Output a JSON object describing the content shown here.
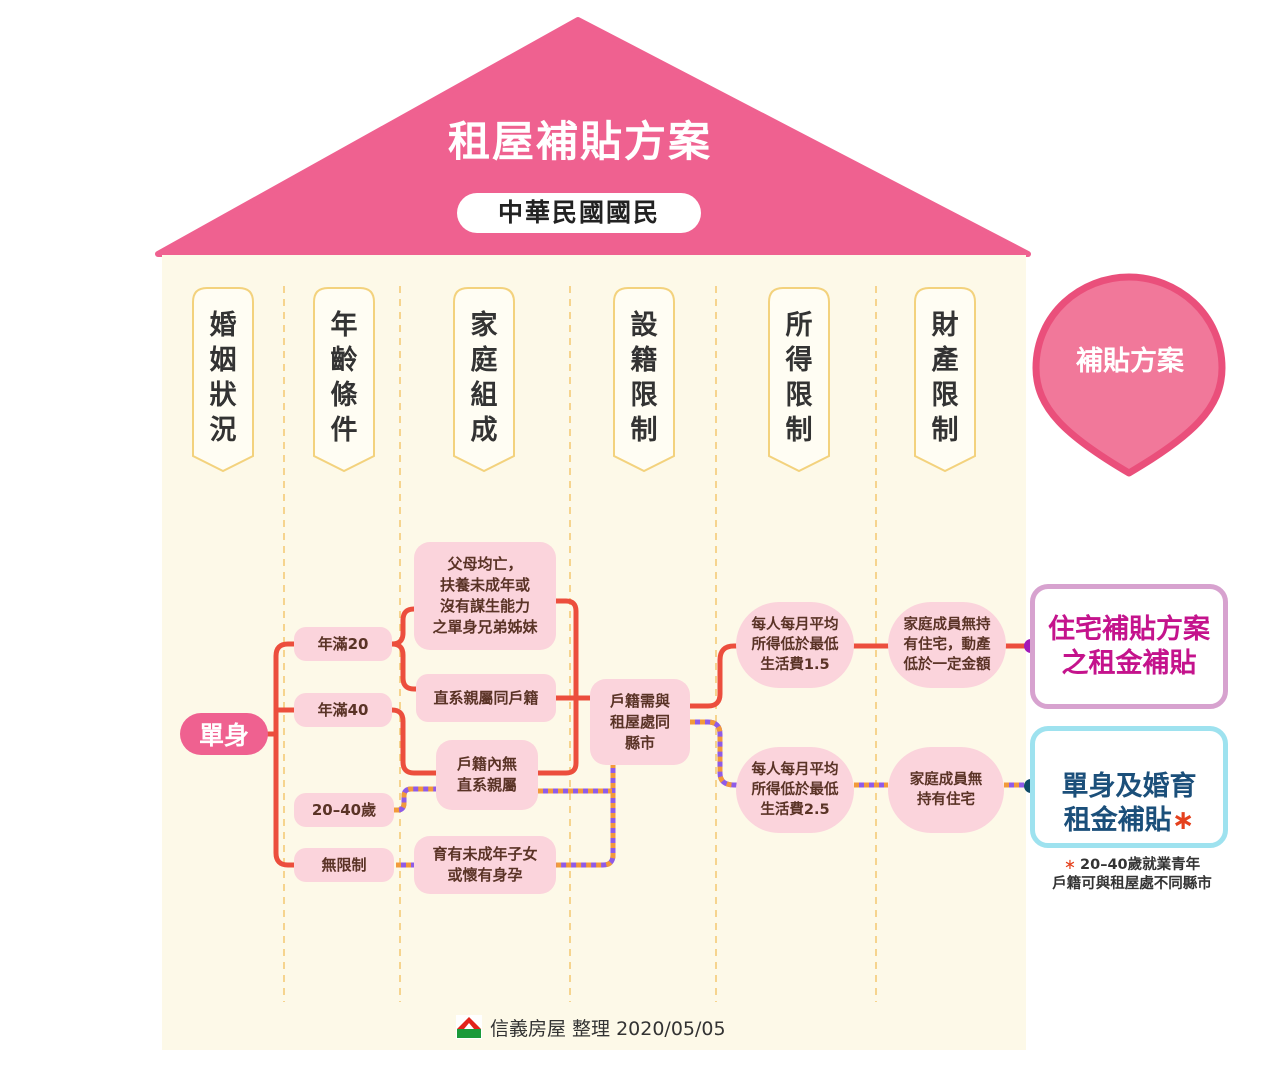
{
  "title": "租屋補貼方案",
  "eligibility": "中華民國國民",
  "columns": [
    "婚姻狀況",
    "年齡條件",
    "家庭組成",
    "設籍限制",
    "所得限制",
    "財產限制"
  ],
  "plans_header": "補貼方案",
  "marital_status": "單身",
  "age_conditions": [
    "年滿20",
    "年滿40",
    "20–40歲",
    "無限制"
  ],
  "family_composition": [
    "父母均亡，\n扶養未成年或\n沒有謀生能力\n之單身兄弟姊妹",
    "直系親屬同戶籍",
    "戶籍內無\n直系親屬",
    "育有未成年子女\n或懷有身孕"
  ],
  "registration": "戶籍需與\n租屋處同\n縣市",
  "income_limits": [
    "每人每月平均\n所得低於最低\n生活費1.5",
    "每人每月平均\n所得低於最低\n生活費2.5"
  ],
  "property_limits": [
    "家庭成員無持\n有住宅，動產\n低於一定金額",
    "家庭成員無\n持有住宅"
  ],
  "results": [
    {
      "text": "住宅補貼方案\n之租金補貼",
      "color": "#c4138c"
    },
    {
      "text": "單身及婚育\n租金補貼",
      "mark": "∗",
      "color": "#1b4f7a"
    }
  ],
  "footnote": {
    "mark": "∗",
    "text": "20–40歲就業青年\n戶籍可與租屋處不同縣市"
  },
  "credit": "信義房屋 整理 2020/05/05",
  "colors": {
    "roof": "#ef6190",
    "house_body": "#fdf9e8",
    "pill": "#fbd4dc",
    "path_red": "#ec4e3d",
    "path_purple": "#8f5be8",
    "path_orange": "#f29a3b",
    "result_1_border": "#d7a2cf",
    "result_2_border": "#9ee2ef",
    "asterisk": "#e5411d"
  }
}
